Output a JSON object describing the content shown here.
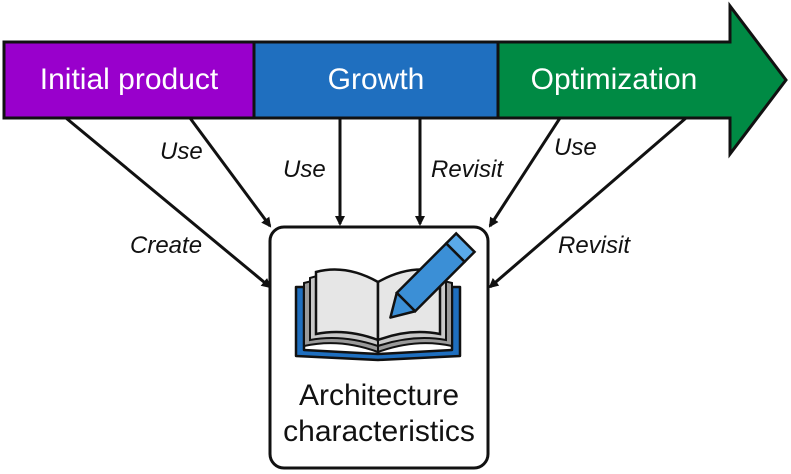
{
  "timeline": {
    "stages": [
      {
        "label": "Initial product",
        "color": "#9900cc"
      },
      {
        "label": "Growth",
        "color": "#1f6fbf"
      },
      {
        "label": "Optimization",
        "color": "#008a44"
      }
    ]
  },
  "target": {
    "title_line1": "Architecture",
    "title_line2": "characteristics",
    "icon": "open-book-with-pencil-icon"
  },
  "edges": [
    {
      "from": "Initial product",
      "label": "Create"
    },
    {
      "from": "Initial product",
      "label": "Use"
    },
    {
      "from": "Growth",
      "label": "Use"
    },
    {
      "from": "Growth",
      "label": "Revisit"
    },
    {
      "from": "Optimization",
      "label": "Use"
    },
    {
      "from": "Optimization",
      "label": "Revisit"
    }
  ]
}
